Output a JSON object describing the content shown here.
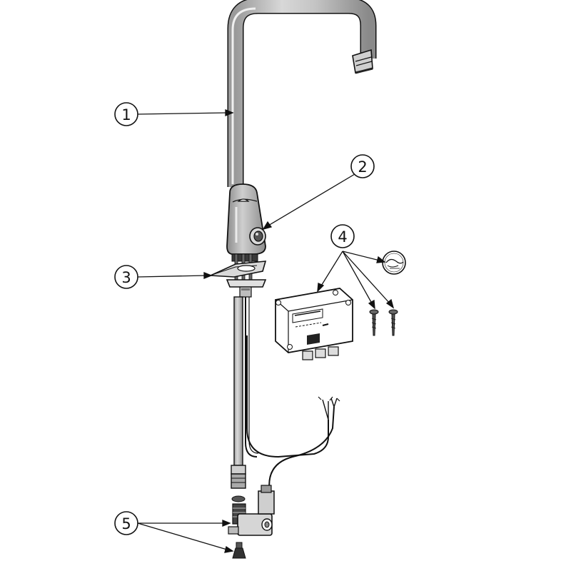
{
  "callouts": [
    {
      "id": 1,
      "label": "1"
    },
    {
      "id": 2,
      "label": "2"
    },
    {
      "id": 3,
      "label": "3"
    },
    {
      "id": 4,
      "label": "4"
    },
    {
      "id": 5,
      "label": "5"
    }
  ],
  "colors": {
    "line": "#111111",
    "shade": "#bdbdbd",
    "dark": "#555555",
    "white": "#ffffff"
  },
  "icons": [
    "faucet-spout-icon",
    "sensor-eye-icon",
    "mounting-clamp-icon",
    "control-box-icon",
    "screw-icon",
    "sticker-icon",
    "solenoid-valve-icon",
    "filter-icon"
  ]
}
